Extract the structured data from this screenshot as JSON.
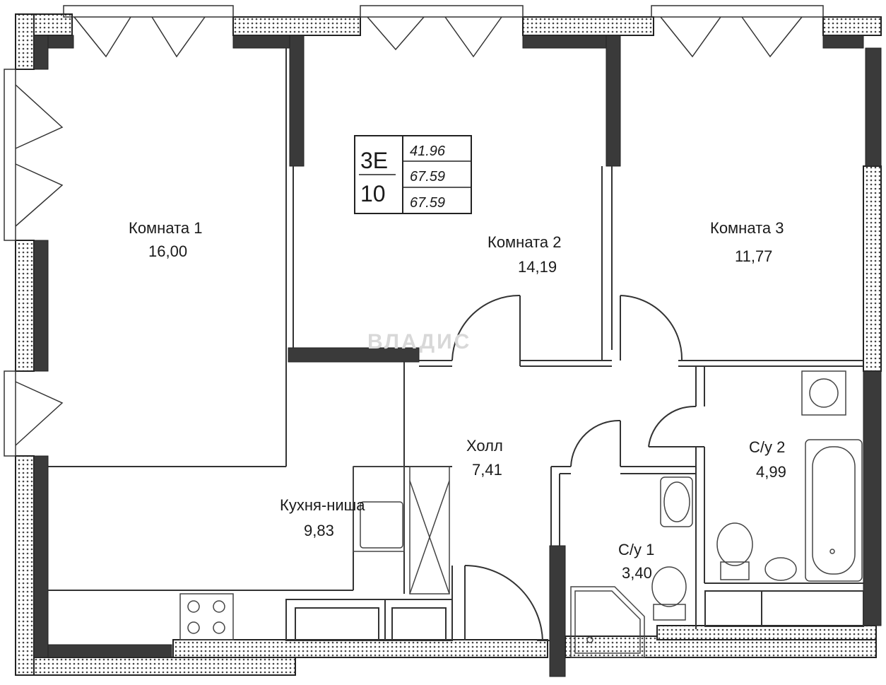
{
  "plan": {
    "code": "3E",
    "floor": "10",
    "areas": [
      "41.96",
      "67.59",
      "67.59"
    ]
  },
  "rooms": [
    {
      "label": "Комната 1",
      "area": "16,00"
    },
    {
      "label": "Комната 2",
      "area": "14,19"
    },
    {
      "label": "Комната 3",
      "area": "11,77"
    },
    {
      "label": "Холл",
      "area": "7,41"
    },
    {
      "label": "Кухня-ниша",
      "area": "9,83"
    },
    {
      "label": "С/у 1",
      "area": "3,40"
    },
    {
      "label": "С/у 2",
      "area": "4,99"
    }
  ],
  "watermark": "ВЛАДИС",
  "colors": {
    "wall": "#2b2b2b",
    "wall_fill": "#555555",
    "line": "#333333"
  }
}
